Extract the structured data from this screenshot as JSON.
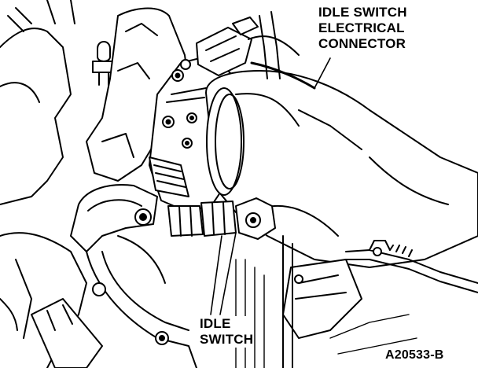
{
  "labels": {
    "connector_line1": "IDLE SWITCH",
    "connector_line2": "ELECTRICAL",
    "connector_line3": "CONNECTOR",
    "switch_line1": "IDLE",
    "switch_line2": "SWITCH"
  },
  "figure_id": "A20533-B",
  "colors": {
    "ink": "#000000",
    "paper": "#ffffff"
  }
}
